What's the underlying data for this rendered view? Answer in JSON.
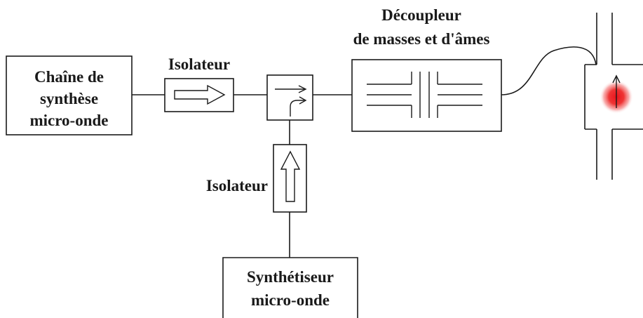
{
  "labels": {
    "source_line1": "Chaîne de",
    "source_line2": "synthèse",
    "source_line3": "micro-onde",
    "isolator_top": "Isolateur",
    "isolator_side": "Isolateur",
    "decoupler_line1": "Découpleur",
    "decoupler_line2": "de masses et d'âmes",
    "synth_line1": "Synthétiseur",
    "synth_line2": "micro-onde"
  },
  "colors": {
    "stroke": "#1a1a1a",
    "glow_core": "#e8141c",
    "glow_edge": "#ffffff"
  }
}
